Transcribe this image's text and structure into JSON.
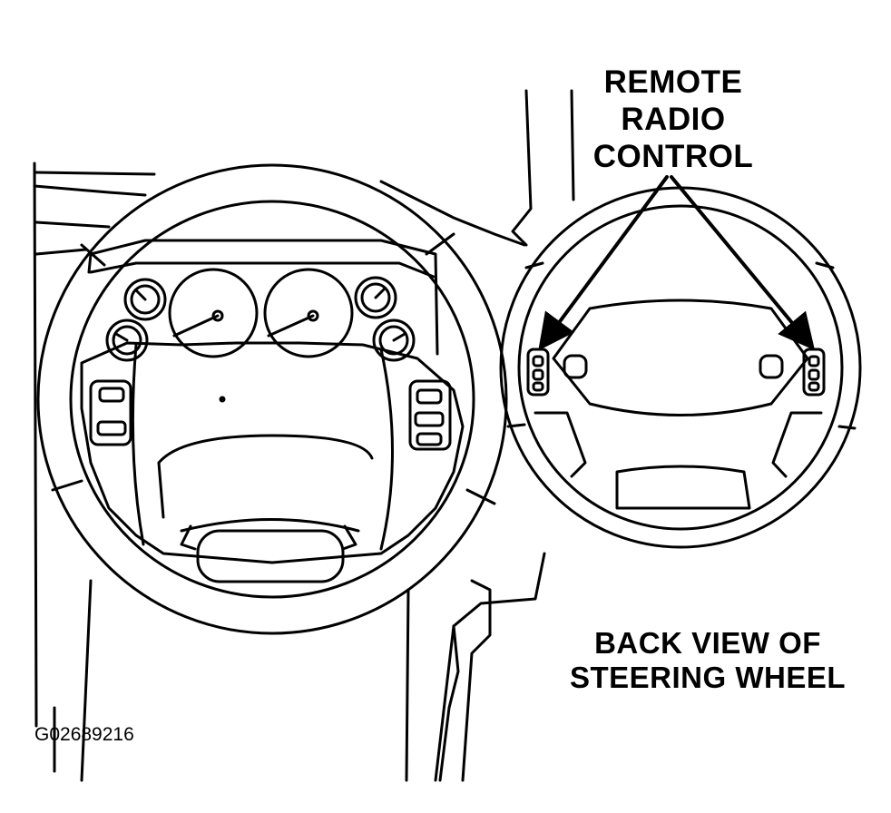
{
  "callouts": {
    "remote_radio_control": [
      "REMOTE",
      "RADIO",
      "CONTROL"
    ],
    "back_view": [
      "BACK VIEW OF",
      "STEERING WHEEL"
    ]
  },
  "figure_id": "G02689216",
  "colors": {
    "ink": "#000000",
    "paper": "#ffffff"
  }
}
